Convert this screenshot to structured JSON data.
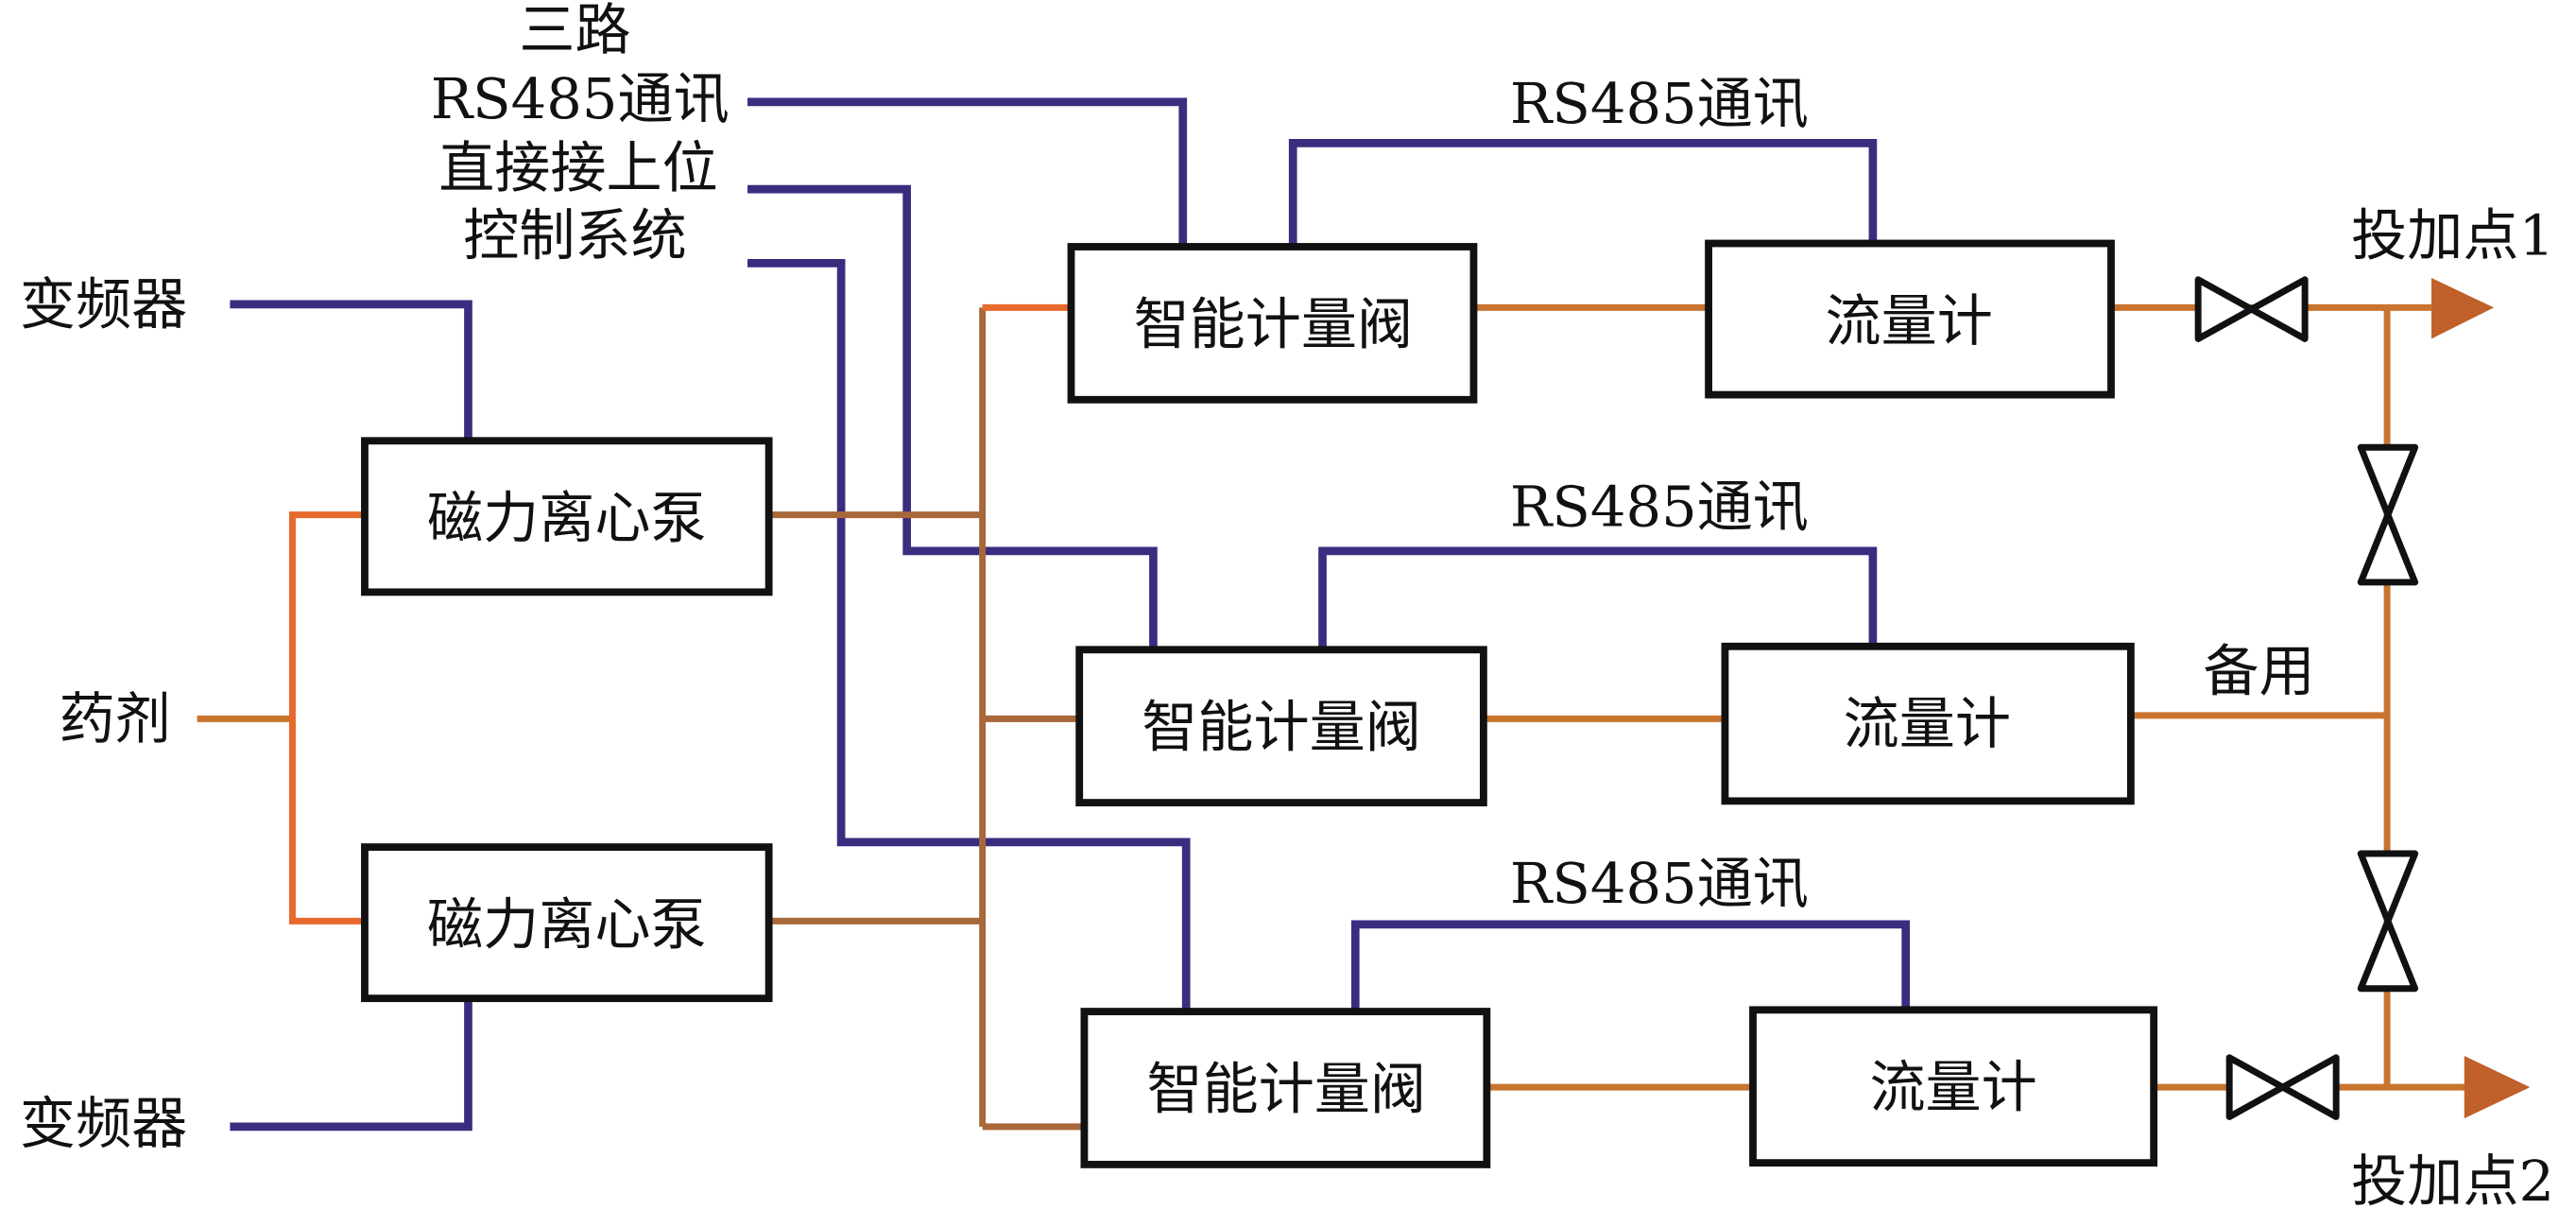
{
  "diagram": {
    "control_system_label": {
      "line1": "三路",
      "line2": "RS485通讯",
      "line3": "直接接上位",
      "line4": "控制系统"
    },
    "inverter_top": "变频器",
    "inverter_bottom": "变频器",
    "chemical_input": "药剂",
    "pumps": [
      {
        "label": "磁力离心泵"
      },
      {
        "label": "磁力离心泵"
      }
    ],
    "branches": [
      {
        "valve": "智能计量阀",
        "meter": "流量计",
        "comm": "RS485通讯"
      },
      {
        "valve": "智能计量阀",
        "meter": "流量计",
        "comm": "RS485通讯"
      },
      {
        "valve": "智能计量阀",
        "meter": "流量计",
        "comm": "RS485通讯"
      }
    ],
    "outlets": {
      "point1": "投加点1",
      "standby": "备用",
      "point2": "投加点2"
    },
    "colors": {
      "signal_line": "#3A2D80",
      "pipe_line": "#C8742E",
      "arrow": "#C0602A",
      "box_border": "#111111"
    }
  }
}
